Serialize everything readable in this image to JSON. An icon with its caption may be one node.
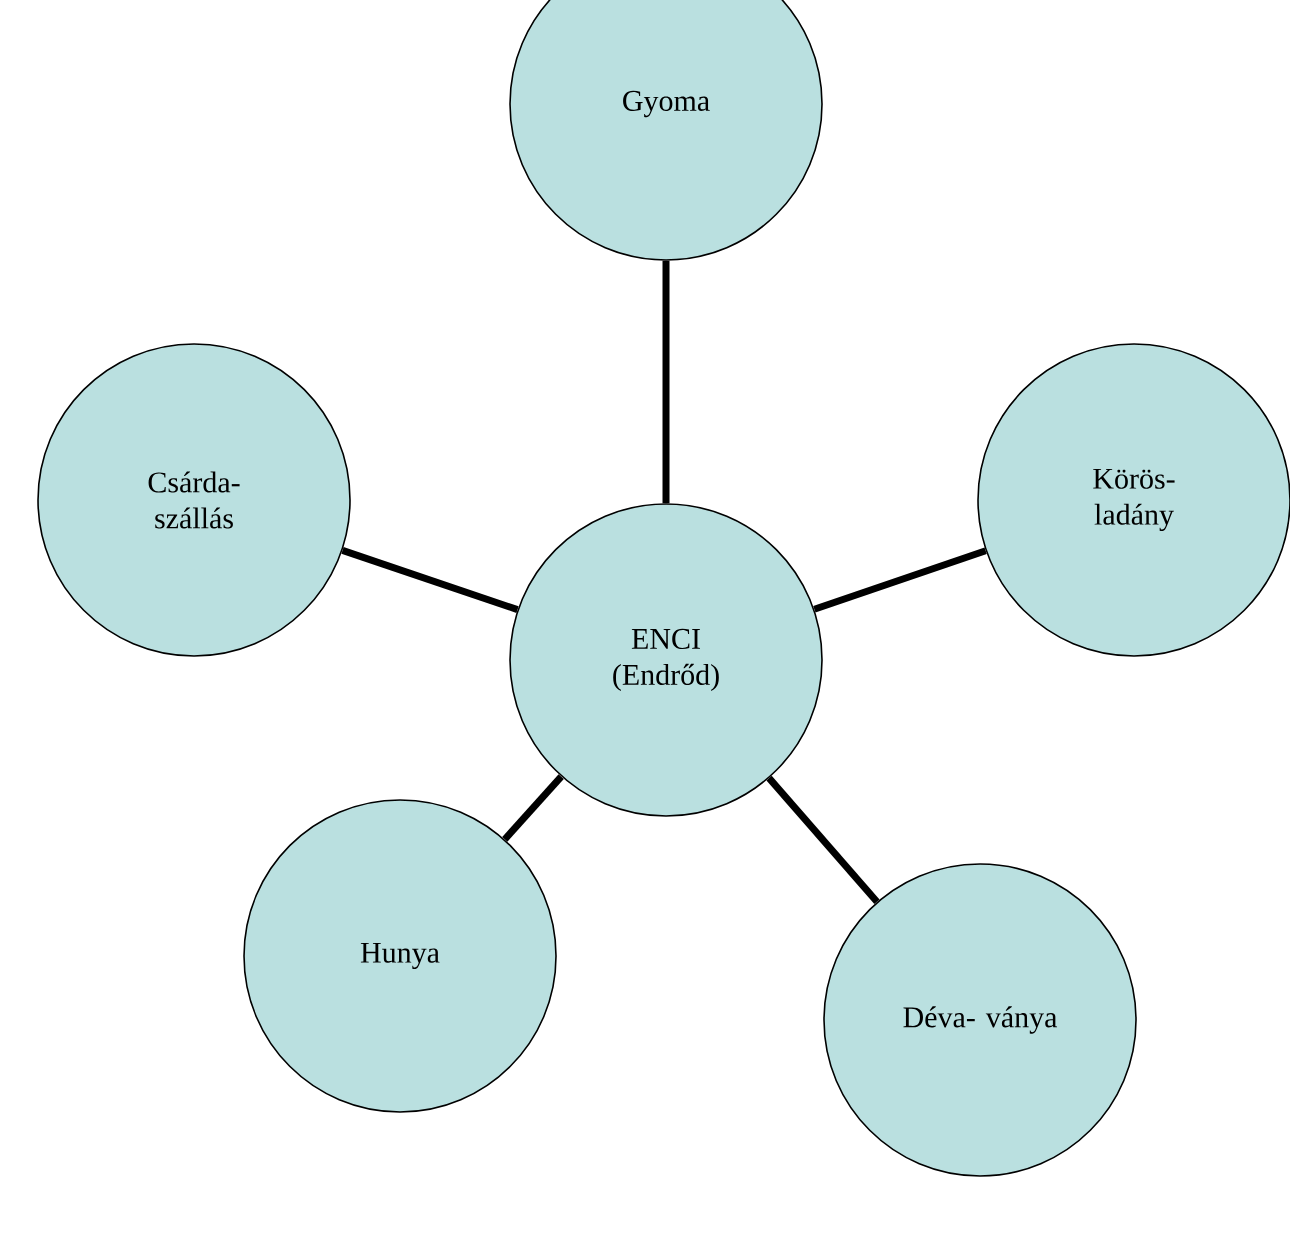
{
  "diagram": {
    "nodes": [
      {
        "text": [
          "Gyoma"
        ]
      },
      {
        "text": [
          "Csárda- szállás"
        ]
      },
      {
        "text": [
          "Körös- ladány"
        ]
      },
      {
        "text": [
          "ENCI (Endrőd)"
        ]
      },
      {
        "text": [
          "Hunya"
        ]
      },
      {
        "text": [
          "Déva- ványa"
        ]
      }
    ],
    "edges": [
      {
        "from": 3,
        "to": 0,
        "arrow": "none"
      },
      {
        "from": 3,
        "to": 1,
        "arrow": "none"
      },
      {
        "from": 3,
        "to": 2,
        "arrow": "none"
      },
      {
        "from": 3,
        "to": 4,
        "arrow": "none"
      },
      {
        "from": 3,
        "to": 5,
        "arrow": "none"
      }
    ]
  }
}
